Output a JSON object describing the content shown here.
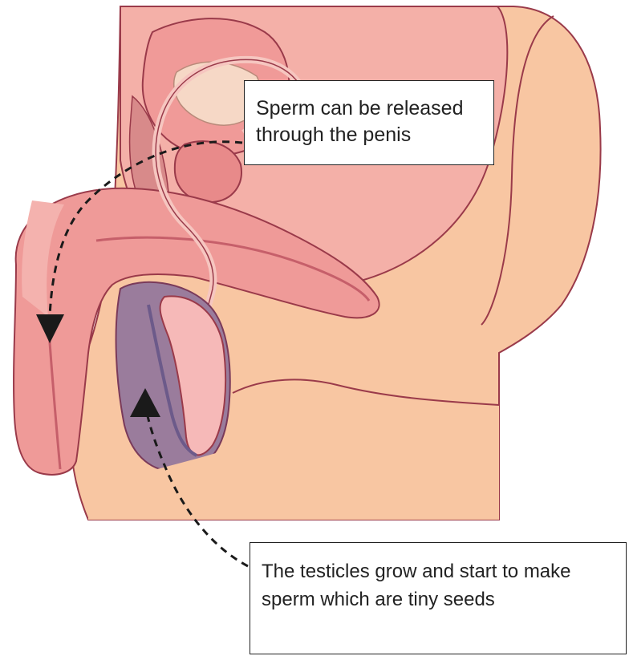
{
  "labels": {
    "top": {
      "line1": "Sperm can be released",
      "line2": "through the penis"
    },
    "bottom": {
      "line1": "The testicles grow and start to make",
      "line2": "sperm which are tiny seeds"
    }
  },
  "colors": {
    "skin_light": "#f8c6a2",
    "skin_outline": "#9a3a4a",
    "organ_pink": "#f2a6a0",
    "penis_pink": "#ef9a98",
    "testicle_purple": "#9a7c9c",
    "testicle_light": "#f6b9b8",
    "arrow": "#1a1a1a"
  },
  "icons": {
    "top_arrow_head": "triangle-down",
    "bottom_arrow_head": "triangle-up"
  }
}
